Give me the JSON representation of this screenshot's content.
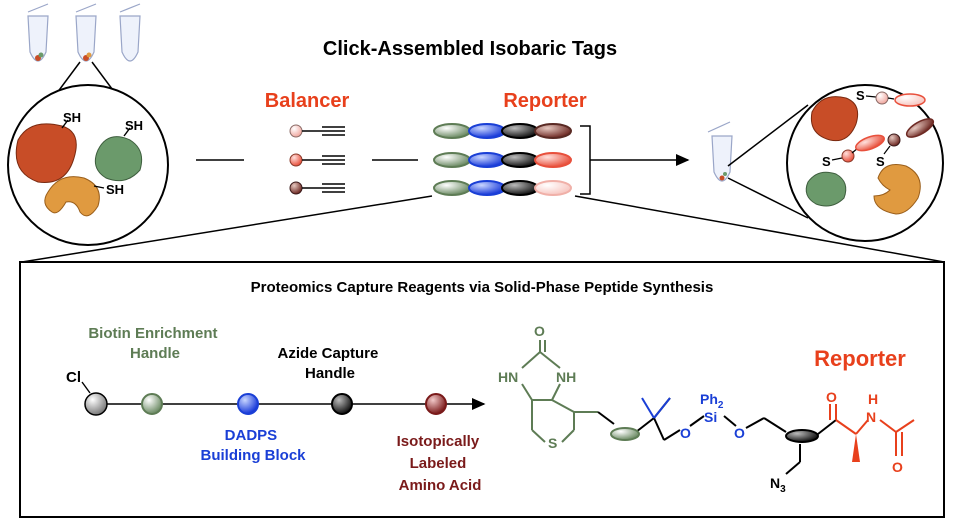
{
  "title": "Click-Assembled Isobaric Tags",
  "top": {
    "balancer_label": "Balancer",
    "reporter_label": "Reporter",
    "sh_labels": [
      "SH",
      "SH",
      "SH"
    ],
    "s_labels": [
      "S",
      "S",
      "S"
    ]
  },
  "panel": {
    "heading": "Proteomics Capture Reagents via Solid-Phase Peptide Synthesis",
    "cl_label": "Cl",
    "biotin_label": [
      "Biotin Enrichment",
      "Handle"
    ],
    "azide_label": [
      "Azide Capture",
      "Handle"
    ],
    "dadps_label": [
      "DADPS",
      "Building Block"
    ],
    "isotopic_label": [
      "Isotopically",
      "Labeled",
      "Amino Acid"
    ],
    "reporter_label": "Reporter",
    "atoms": {
      "o_biotin": "O",
      "nh_top": "NH",
      "hn_left": "HN",
      "h_top": "H",
      "s_ring": "S",
      "o_ether1": "O",
      "si": "Si",
      "ph2": "Ph",
      "ph2_sub": "2",
      "o_ether2": "O",
      "n3": "N",
      "n3_sub": "3",
      "o_ketone": "O",
      "h_amide": "H",
      "n_amide": "N",
      "o_amide": "O"
    }
  },
  "colors": {
    "red": "#e8401c",
    "green": "#5e7c55",
    "blue": "#1a3fd6",
    "maroon": "#7a1a1a",
    "black": "#000000",
    "protein_red": "#c84d27",
    "protein_green": "#6b9a6b",
    "protein_orange": "#e09a40",
    "bead_grey": "#8a8a8a"
  }
}
